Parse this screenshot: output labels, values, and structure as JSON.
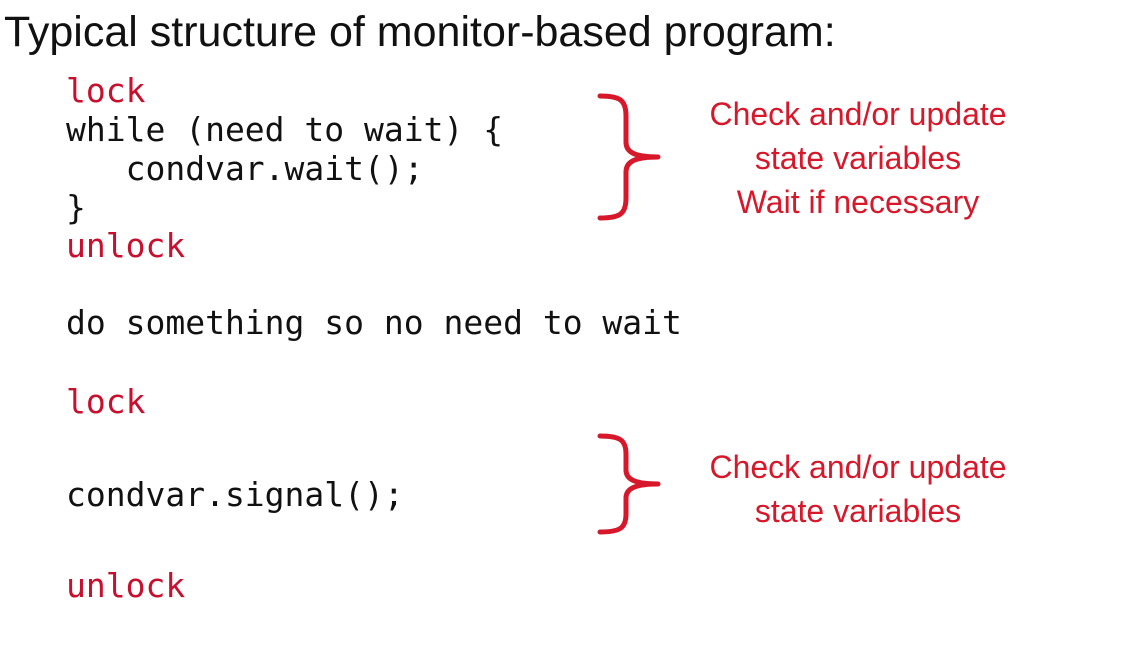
{
  "slide": {
    "title": "Typical structure of monitor-based program:",
    "code": {
      "lock_1": "lock",
      "while_line": "while (need to wait) {",
      "wait_line": "   condvar.wait();",
      "close_brace": "}",
      "unlock_1": "unlock",
      "do_line": "do something so no need to wait",
      "lock_2": "lock",
      "signal_line": "condvar.signal();",
      "unlock_2": "unlock"
    },
    "notes": {
      "first": [
        "Check and/or update",
        "state variables",
        "Wait if necessary"
      ],
      "second": [
        "Check and/or update",
        "state variables"
      ]
    },
    "colors": {
      "keyword": "#c8102e",
      "annotation": "#d7182a",
      "text": "#111111"
    }
  }
}
